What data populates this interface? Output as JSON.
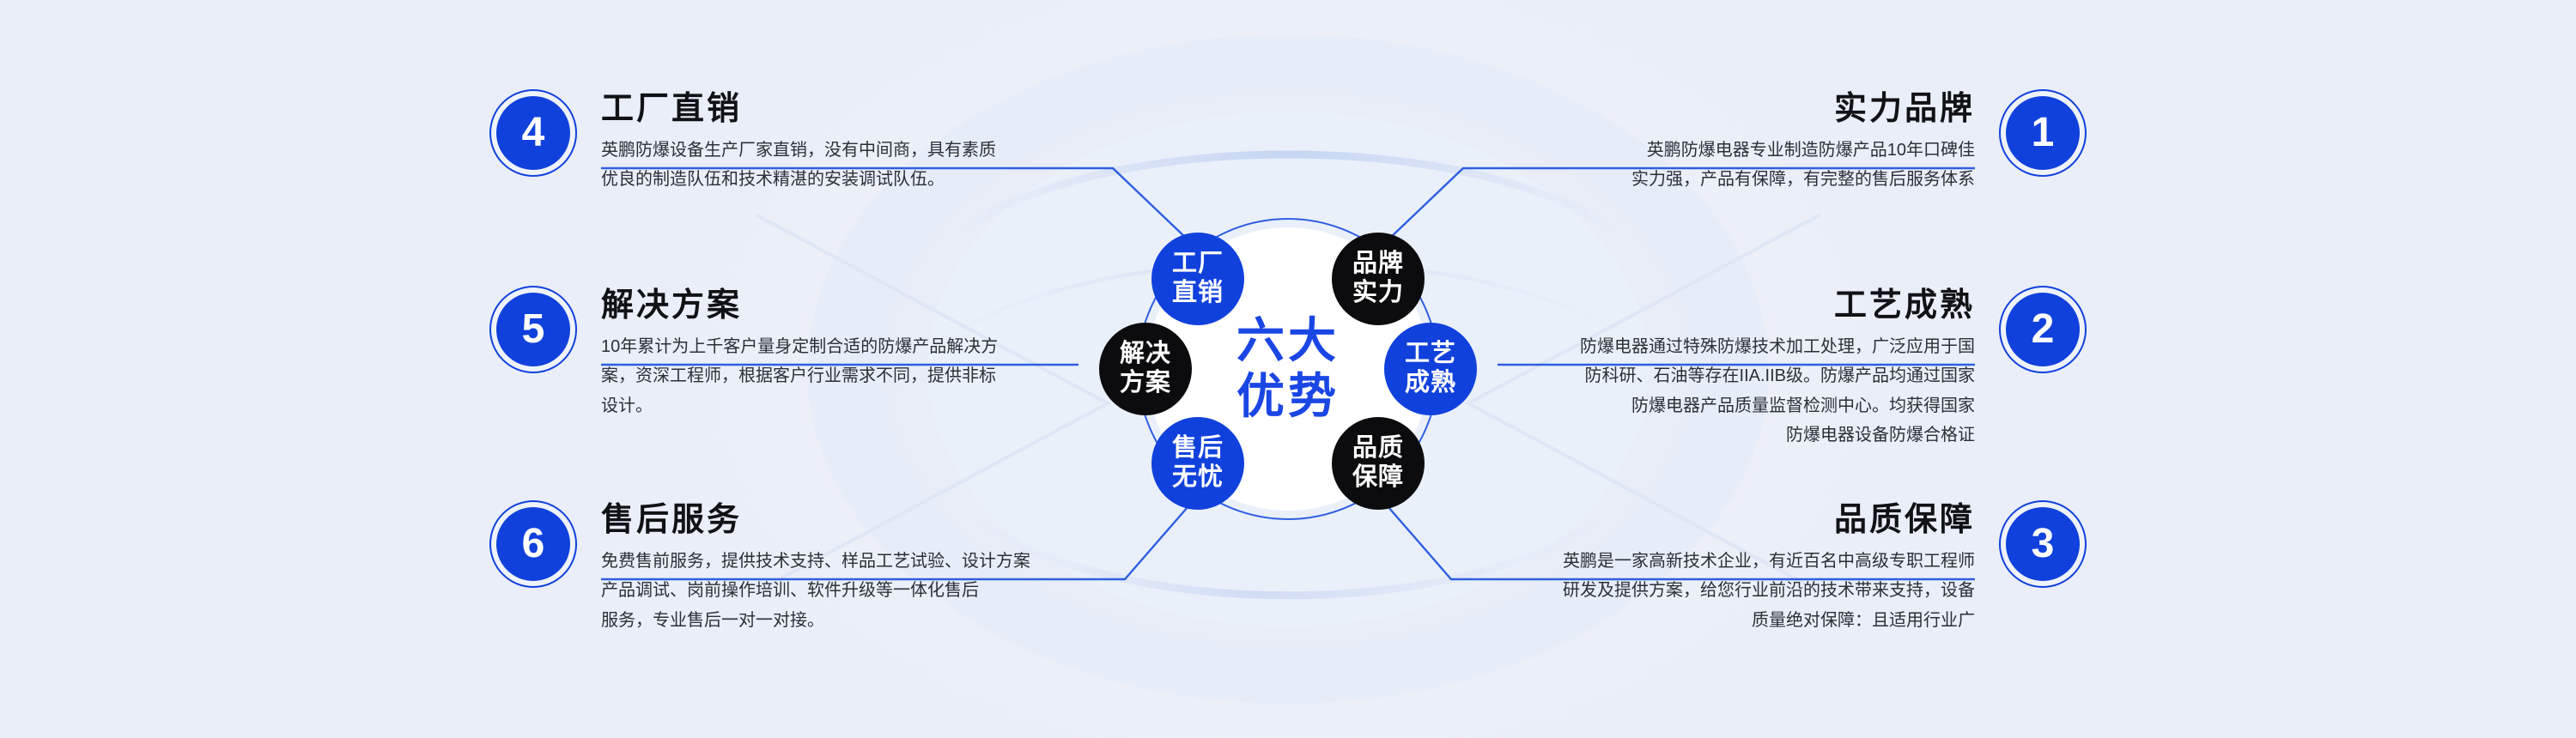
{
  "theme": {
    "background": "#eef2fa",
    "accent_blue": "#1141dc",
    "title_blue": "#1a46e4",
    "dark": "#0c0c0e",
    "heading_color": "#111216",
    "body_color": "#2b2f36",
    "line_color": "#2f5fe0"
  },
  "hub": {
    "title": "六大\n优势",
    "satellites": [
      {
        "label": "工厂\n直销",
        "style": "blue",
        "name": "factory-direct"
      },
      {
        "label": "品牌\n实力",
        "style": "black",
        "name": "brand-strength"
      },
      {
        "label": "工艺\n成熟",
        "style": "blue",
        "name": "mature-process"
      },
      {
        "label": "品质\n保障",
        "style": "black",
        "name": "quality-assurance"
      },
      {
        "label": "售后\n无忧",
        "style": "blue",
        "name": "after-sales-worryfree"
      },
      {
        "label": "解决\n方案",
        "style": "black",
        "name": "solutions"
      }
    ]
  },
  "features": [
    {
      "number": "1",
      "title": "实力品牌",
      "desc": "英鹏防爆电器专业制造防爆产品10年口碑佳\n实力强，产品有保障，有完整的售后服务体系",
      "side": "right",
      "name": "feature-strength-brand"
    },
    {
      "number": "2",
      "title": "工艺成熟",
      "desc": "防爆电器通过特殊防爆技术加工处理，广泛应用于国\n防科研、石油等存在IIA.IIB级。防爆产品均通过国家\n防爆电器产品质量监督检测中心。均获得国家\n防爆电器设备防爆合格证",
      "side": "right",
      "name": "feature-mature-process"
    },
    {
      "number": "3",
      "title": "品质保障",
      "desc": "英鹏是一家高新技术企业，有近百名中高级专职工程师\n研发及提供方案，给您行业前沿的技术带来支持，设备\n质量绝对保障：且适用行业广",
      "side": "right",
      "name": "feature-quality-assurance"
    },
    {
      "number": "4",
      "title": "工厂直销",
      "desc": "英鹏防爆设备生产厂家直销，没有中间商，具有素质\n优良的制造队伍和技术精湛的安装调试队伍。",
      "side": "left",
      "name": "feature-factory-direct"
    },
    {
      "number": "5",
      "title": "解决方案",
      "desc": "10年累计为上千客户量身定制合适的防爆产品解决方\n案，资深工程师，根据客户行业需求不同，提供非标\n设计。",
      "side": "left",
      "name": "feature-solutions"
    },
    {
      "number": "6",
      "title": "售后服务",
      "desc": "免费售前服务，提供技术支持、样品工艺试验、设计方案\n产品调试、岗前操作培训、软件升级等一体化售后\n服务，专业售后一对一对接。",
      "side": "left",
      "name": "feature-after-sales"
    }
  ]
}
